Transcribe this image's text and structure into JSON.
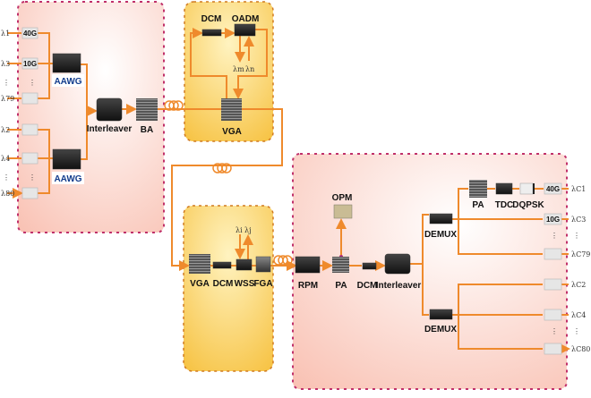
{
  "colors": {
    "fiber": "#ef8a2c",
    "terminal_panel": "#fbd6cc",
    "node_panel": "#f9d36a",
    "border": "#c0306a"
  },
  "transmitter": {
    "inputs": [
      {
        "wl": "λ1",
        "rate": "40G"
      },
      {
        "wl": "λ3",
        "rate": "10G"
      },
      {
        "wl": "λ79",
        "rate": ""
      },
      {
        "wl": "λ2",
        "rate": ""
      },
      {
        "wl": "λ4",
        "rate": ""
      },
      {
        "wl": "λ80",
        "rate": ""
      }
    ],
    "aawg_label": "AAWG",
    "interleaver_label": "Interleaver",
    "ba_label": "BA",
    "dots": "⋮"
  },
  "oadm_node": {
    "dcm_label": "DCM",
    "oadm_label": "OADM",
    "drop": "λm",
    "add": "λn",
    "vga_label": "VGA"
  },
  "roadm_node": {
    "vga_label": "VGA",
    "dcm_label": "DCM",
    "wss_label": "WSS",
    "fga_label": "FGA",
    "drop": "λi",
    "add": "λj"
  },
  "receiver": {
    "rpm_label": "RPM",
    "pa_label": "PA",
    "opm_label": "OPM",
    "dcm_label": "DCM",
    "interleaver_label": "Interleaver",
    "demux_label": "DEMUX",
    "branch_pa_label": "PA",
    "tdc_label": "TDC",
    "dqpsk_label": "DQPSK",
    "outputs": [
      {
        "wl": "λC1",
        "rate": "40G"
      },
      {
        "wl": "λC3",
        "rate": "10G"
      },
      {
        "wl": "λC79",
        "rate": ""
      },
      {
        "wl": "λC2",
        "rate": ""
      },
      {
        "wl": "λC4",
        "rate": ""
      },
      {
        "wl": "λC80",
        "rate": ""
      }
    ],
    "dots": "⋮"
  }
}
